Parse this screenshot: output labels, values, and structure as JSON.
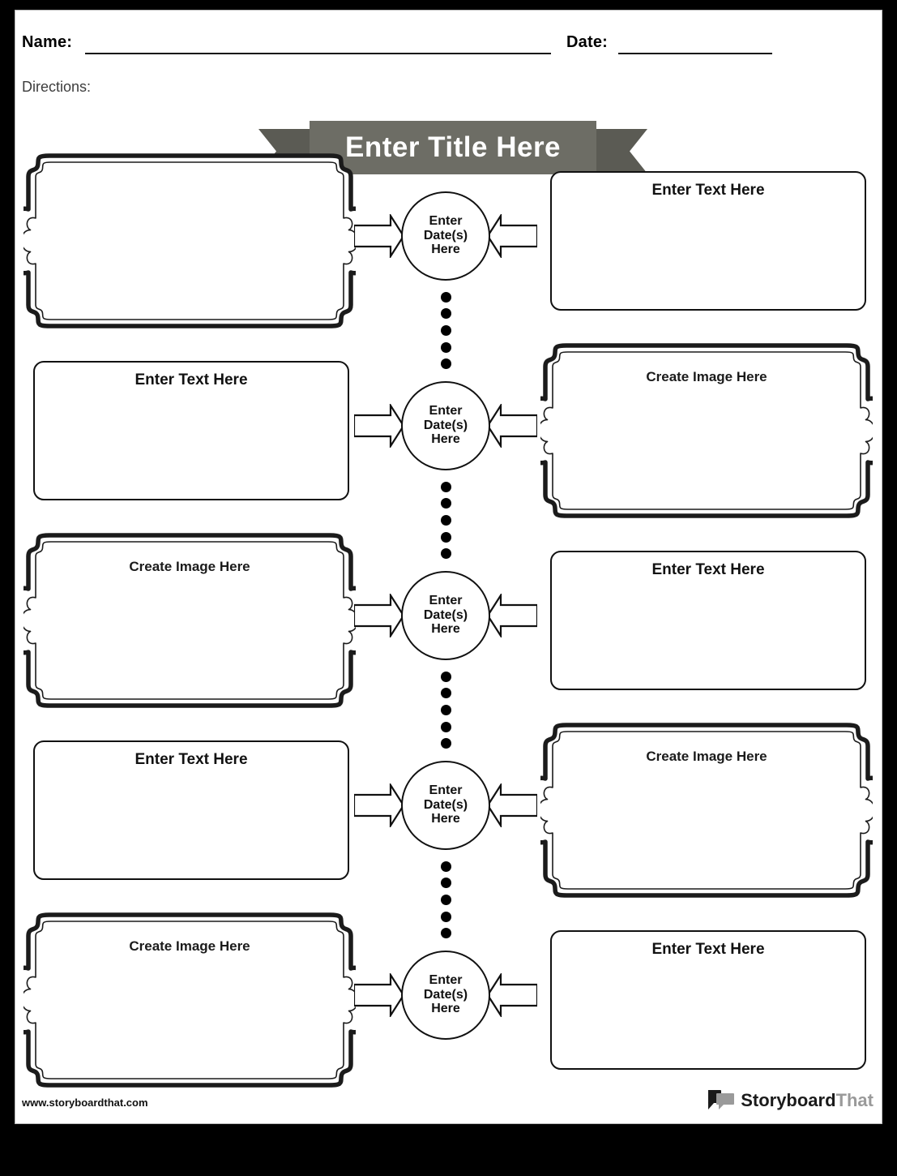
{
  "header": {
    "name_label": "Name:",
    "date_label": "Date:",
    "directions_label": "Directions:"
  },
  "title": {
    "text": "Enter Title Here",
    "band_color": "#6d6d65",
    "tail_color": "#5b5b54",
    "fold_color": "#44443f",
    "text_color": "#ffffff"
  },
  "timeline": {
    "circle_label_lines": [
      "Enter",
      "Date(s)",
      "Here"
    ],
    "dots_between": 5,
    "rows": [
      {
        "left": {
          "style": "ornate",
          "label": ""
        },
        "right": {
          "style": "plain",
          "label": "Enter Text Here"
        }
      },
      {
        "left": {
          "style": "plain",
          "label": "Enter Text Here"
        },
        "right": {
          "style": "ornate",
          "label": "Create Image Here"
        }
      },
      {
        "left": {
          "style": "ornate",
          "label": "Create Image Here"
        },
        "right": {
          "style": "plain",
          "label": "Enter Text Here"
        }
      },
      {
        "left": {
          "style": "plain",
          "label": "Enter Text Here"
        },
        "right": {
          "style": "ornate",
          "label": "Create Image Here"
        }
      },
      {
        "left": {
          "style": "ornate",
          "label": "Create Image Here"
        },
        "right": {
          "style": "plain",
          "label": "Enter Text Here"
        }
      }
    ]
  },
  "footer": {
    "url": "www.storyboardthat.com",
    "logo_primary": "Storyboard",
    "logo_secondary": "That",
    "logo_primary_color": "#1b1b1b",
    "logo_secondary_color": "#9a9a9a"
  }
}
